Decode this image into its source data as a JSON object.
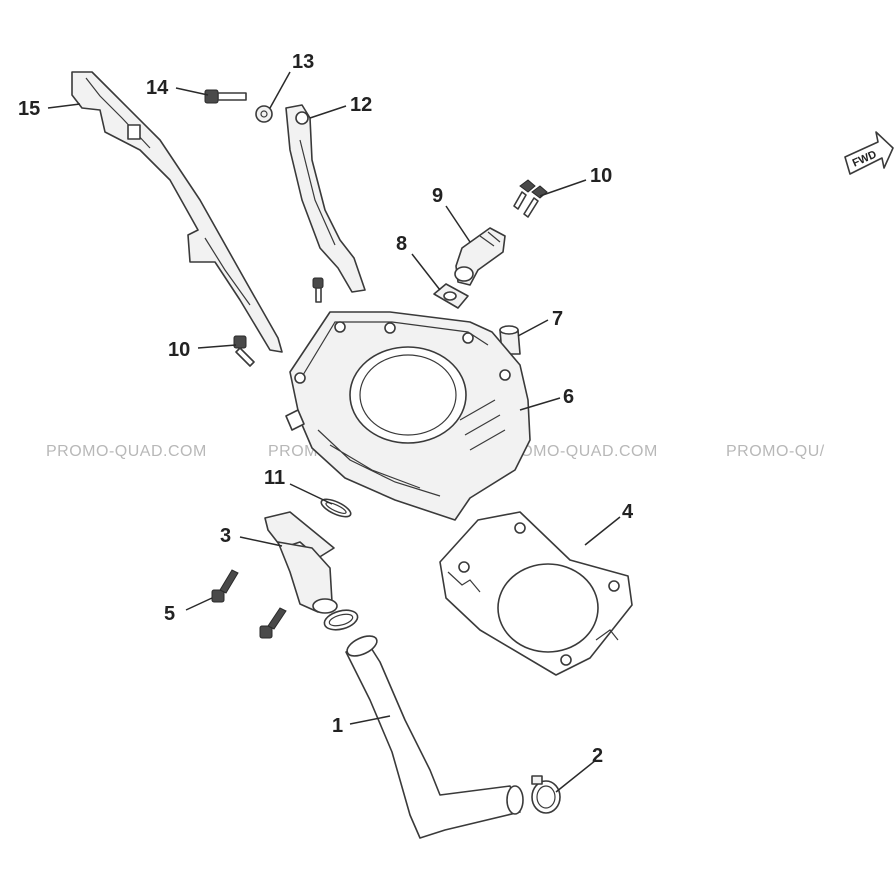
{
  "watermark": {
    "text1": "PROMO-QUAD.COM",
    "text2": "PROMO-QUAD.COM",
    "text3": "PROMO-QUAD.COM",
    "text4": "PROMO-QU/"
  },
  "fwd_badge": {
    "label": "FWD"
  },
  "callouts": {
    "c1": "1",
    "c2": "2",
    "c3": "3",
    "c4": "4",
    "c5": "5",
    "c6": "6",
    "c7": "7",
    "c8": "8",
    "c9": "9",
    "c10a": "10",
    "c10b": "10",
    "c11": "11",
    "c12": "12",
    "c13": "13",
    "c14": "14",
    "c15": "15"
  }
}
